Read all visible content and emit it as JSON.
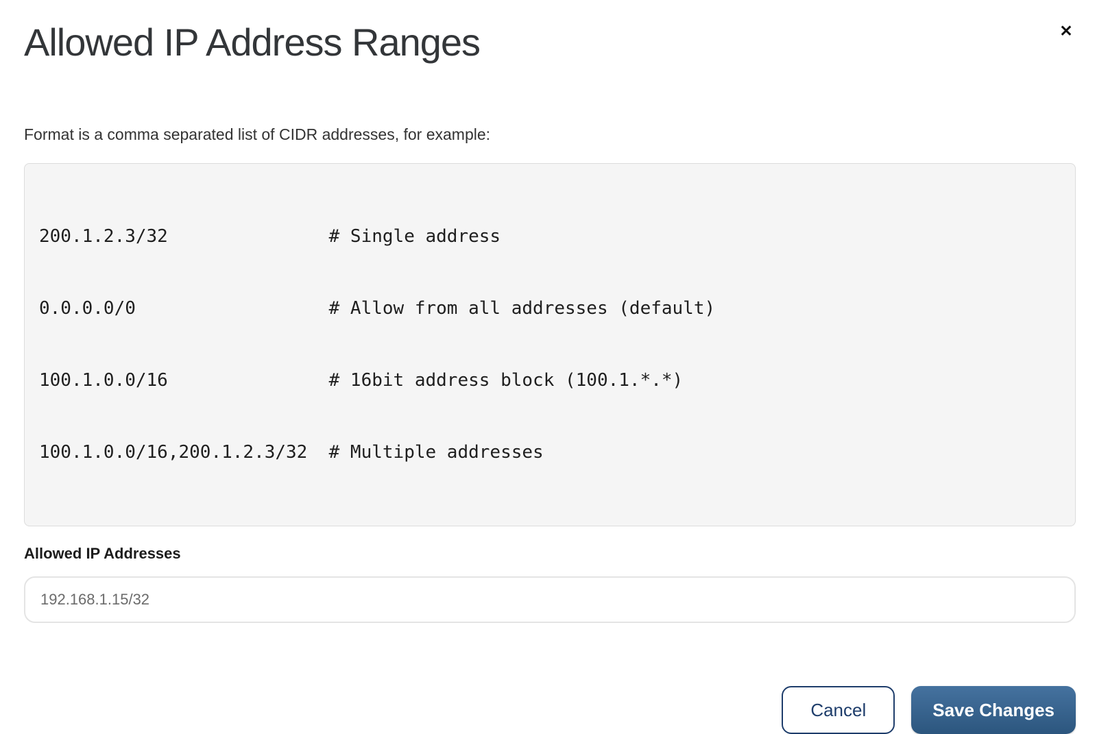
{
  "modal": {
    "title": "Allowed IP Address Ranges",
    "close_icon": "✕",
    "description": "Format is a comma separated list of CIDR addresses, for example:",
    "code_example": {
      "lines": [
        {
          "value": "200.1.2.3/32",
          "comment": "# Single address"
        },
        {
          "value": "0.0.0.0/0",
          "comment": "# Allow from all addresses (default)"
        },
        {
          "value": "100.1.0.0/16",
          "comment": "# 16bit address block (100.1.*.*)"
        },
        {
          "value": "100.1.0.0/16,200.1.2.3/32",
          "comment": "# Multiple addresses"
        }
      ]
    },
    "field": {
      "label": "Allowed IP Addresses",
      "value": "192.168.1.15/32"
    },
    "buttons": {
      "cancel": "Cancel",
      "save": "Save Changes"
    },
    "colors": {
      "accent_navy": "#1e3d6b",
      "save_gradient_top": "#45729f",
      "save_gradient_bottom": "#2c567e",
      "code_background": "#f5f5f5"
    }
  }
}
